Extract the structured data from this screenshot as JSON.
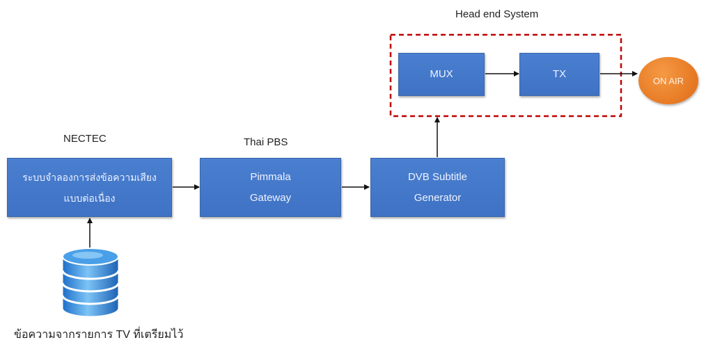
{
  "headend": {
    "title": "Head end System"
  },
  "nectec": {
    "label": "NECTEC"
  },
  "thaipbs": {
    "label": "Thai PBS"
  },
  "boxes": {
    "mux": "MUX",
    "tx": "TX",
    "onair": "ON AIR",
    "simulator": {
      "line1": "ระบบจำลองการส่งข้อความเสียง",
      "line2": "แบบต่อเนื่อง"
    },
    "gateway": {
      "line1": "Pimmala",
      "line2": "Gateway"
    },
    "dvb": {
      "line1": "DVB Subtitle",
      "line2": "Generator"
    }
  },
  "database": {
    "caption": "ข้อความจากรายการ TV ที่เตรียมไว้",
    "icon": "database-icon"
  },
  "colors": {
    "box": "#4472c4",
    "onair": "#ed7d31",
    "dashed_border": "#c00000"
  }
}
